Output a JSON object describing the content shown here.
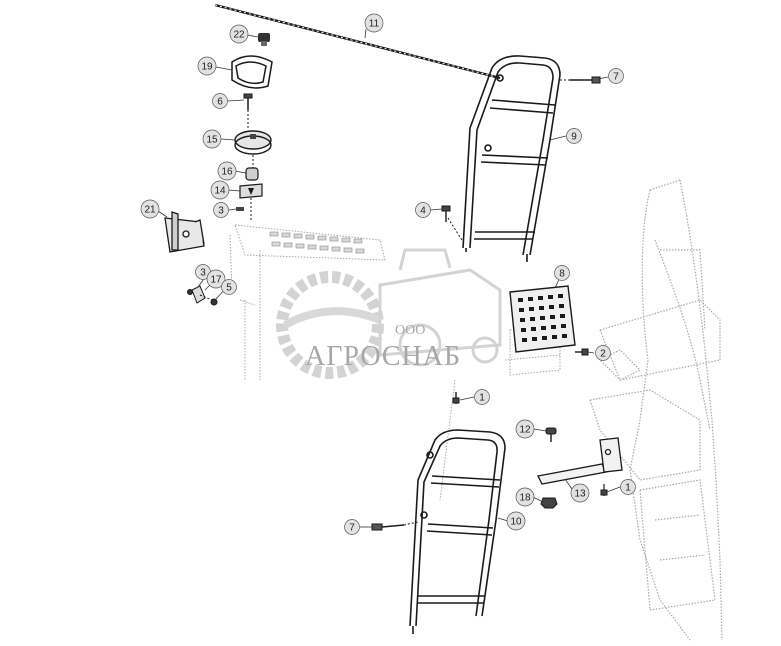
{
  "watermark": {
    "small_text": "ООО",
    "brand_text": "АГРОСНАБ",
    "color": "#cfcfcf"
  },
  "callouts": [
    {
      "id": "c11",
      "label": "11"
    },
    {
      "id": "c22",
      "label": "22"
    },
    {
      "id": "c19",
      "label": "19"
    },
    {
      "id": "c6",
      "label": "6"
    },
    {
      "id": "c15",
      "label": "15"
    },
    {
      "id": "c16",
      "label": "16"
    },
    {
      "id": "c14",
      "label": "14"
    },
    {
      "id": "c3a",
      "label": "3"
    },
    {
      "id": "c21",
      "label": "21"
    },
    {
      "id": "c3b",
      "label": "3"
    },
    {
      "id": "c17",
      "label": "17"
    },
    {
      "id": "c5",
      "label": "5"
    },
    {
      "id": "c7a",
      "label": "7"
    },
    {
      "id": "c9",
      "label": "9"
    },
    {
      "id": "c4",
      "label": "4"
    },
    {
      "id": "c8",
      "label": "8"
    },
    {
      "id": "c2",
      "label": "2"
    },
    {
      "id": "c1a",
      "label": "1"
    },
    {
      "id": "c12",
      "label": "12"
    },
    {
      "id": "c13",
      "label": "13"
    },
    {
      "id": "c1b",
      "label": "1"
    },
    {
      "id": "c18",
      "label": "18"
    },
    {
      "id": "c7b",
      "label": "7"
    },
    {
      "id": "c10",
      "label": "10"
    }
  ],
  "colors": {
    "line": "#1a1a1a",
    "ghost": "#9a9a9a",
    "callout_fill": "#e2e2e2"
  }
}
